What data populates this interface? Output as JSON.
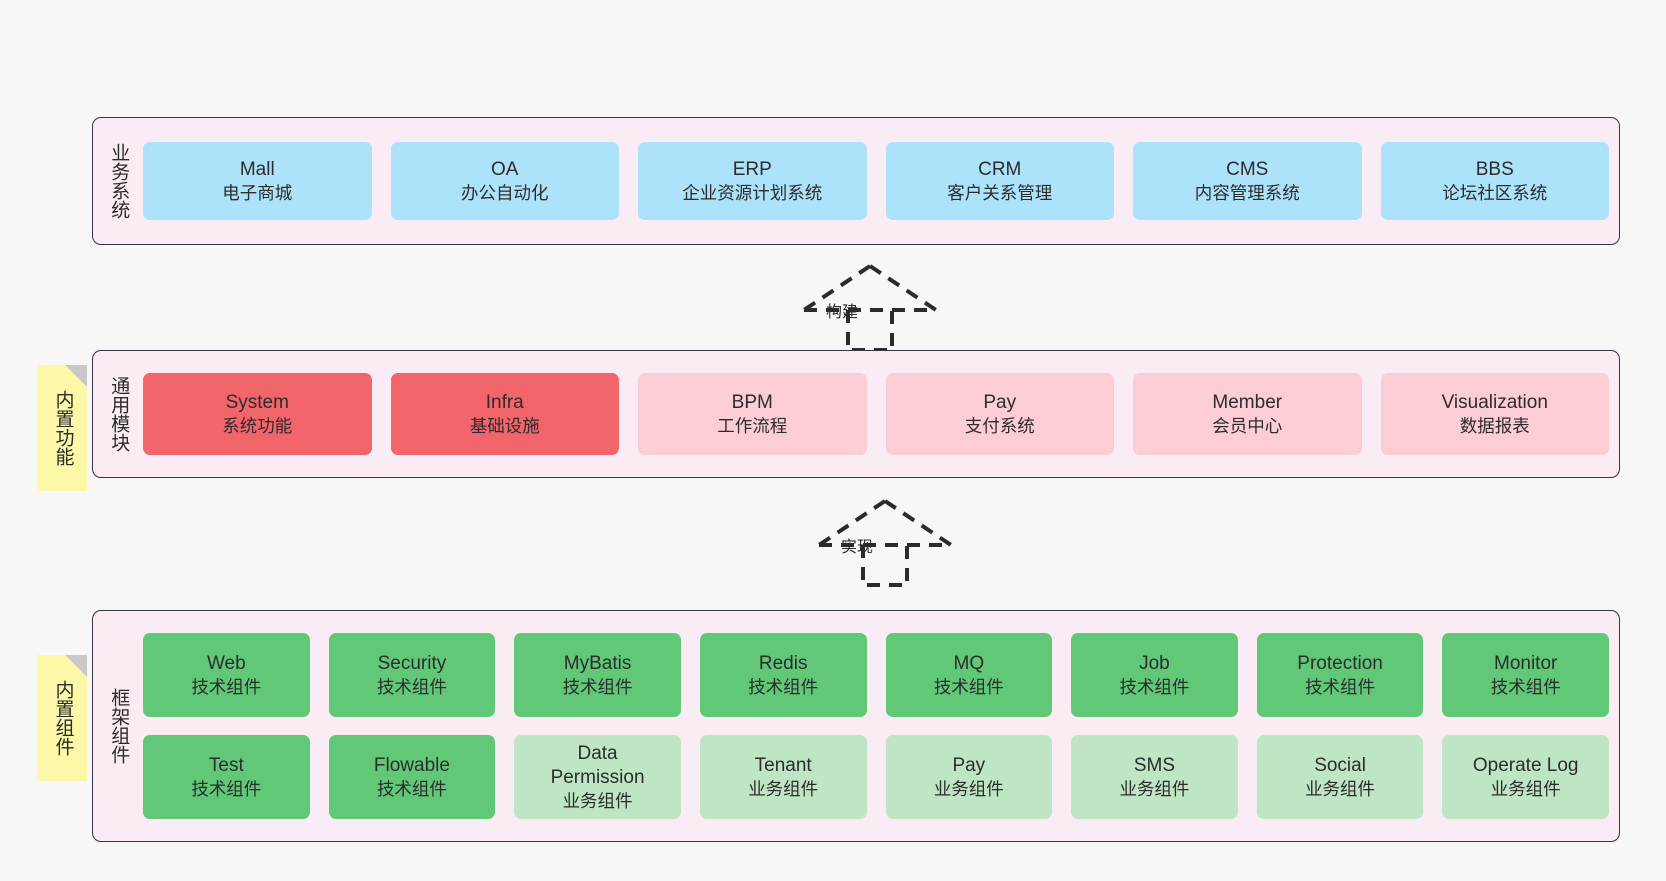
{
  "layers": [
    {
      "name": "business-systems",
      "title": "业务系统",
      "rows": [
        {
          "cards": [
            {
              "style": "blue",
              "t1": "Mall",
              "t2": "电子商城"
            },
            {
              "style": "blue",
              "t1": "OA",
              "t2": "办公自动化"
            },
            {
              "style": "blue",
              "t1": "ERP",
              "t2": "企业资源计划系统"
            },
            {
              "style": "blue",
              "t1": "CRM",
              "t2": "客户关系管理"
            },
            {
              "style": "blue",
              "t1": "CMS",
              "t2": "内容管理系统"
            },
            {
              "style": "blue",
              "t1": "BBS",
              "t2": "论坛社区系统"
            }
          ]
        }
      ]
    },
    {
      "name": "common-modules",
      "title": "通用模块",
      "sticky": "内置功能",
      "rows": [
        {
          "cards": [
            {
              "style": "red",
              "t1": "System",
              "t2": "系统功能"
            },
            {
              "style": "red",
              "t1": "Infra",
              "t2": "基础设施"
            },
            {
              "style": "pink",
              "t1": "BPM",
              "t2": "工作流程"
            },
            {
              "style": "pink",
              "t1": "Pay",
              "t2": "支付系统"
            },
            {
              "style": "pink",
              "t1": "Member",
              "t2": "会员中心"
            },
            {
              "style": "pink",
              "t1": "Visualization",
              "t2": "数据报表"
            }
          ]
        }
      ]
    },
    {
      "name": "framework-components",
      "title": "框架组件",
      "sticky": "内置组件",
      "rows": [
        {
          "cards": [
            {
              "style": "green",
              "t1": "Web",
              "t2": "技术组件"
            },
            {
              "style": "green",
              "t1": "Security",
              "t2": "技术组件"
            },
            {
              "style": "green",
              "t1": "MyBatis",
              "t2": "技术组件"
            },
            {
              "style": "green",
              "t1": "Redis",
              "t2": "技术组件"
            },
            {
              "style": "green",
              "t1": "MQ",
              "t2": "技术组件"
            },
            {
              "style": "green",
              "t1": "Job",
              "t2": "技术组件"
            },
            {
              "style": "green",
              "t1": "Protection",
              "t2": "技术组件"
            },
            {
              "style": "green",
              "t1": "Monitor",
              "t2": "技术组件"
            }
          ]
        },
        {
          "cards": [
            {
              "style": "green",
              "t1": "Test",
              "t2": "技术组件"
            },
            {
              "style": "green",
              "t1": "Flowable",
              "t2": "技术组件"
            },
            {
              "style": "lgreen",
              "t1": "Data Permission",
              "t2": "业务组件"
            },
            {
              "style": "lgreen",
              "t1": "Tenant",
              "t2": "业务组件"
            },
            {
              "style": "lgreen",
              "t1": "Pay",
              "t2": "业务组件"
            },
            {
              "style": "lgreen",
              "t1": "SMS",
              "t2": "业务组件"
            },
            {
              "style": "lgreen",
              "t1": "Social",
              "t2": "业务组件"
            },
            {
              "style": "lgreen",
              "t1": "Operate Log",
              "t2": "业务组件"
            }
          ]
        }
      ]
    }
  ],
  "arrows": [
    {
      "name": "build-arrow",
      "label": "构建"
    },
    {
      "name": "implement-arrow",
      "label": "实现"
    }
  ],
  "colors": {
    "canvas_bg": "#f7f7f7",
    "layer_bg": "#f9ecf5",
    "layer_border": "#3a3340",
    "blue": "#ade3fa",
    "red": "#f2656b",
    "pink": "#fccdd5",
    "green": "#61c878",
    "light_green": "#bfe6c4",
    "sticky": "#fcf8a8",
    "text": "#2c2c2c"
  }
}
